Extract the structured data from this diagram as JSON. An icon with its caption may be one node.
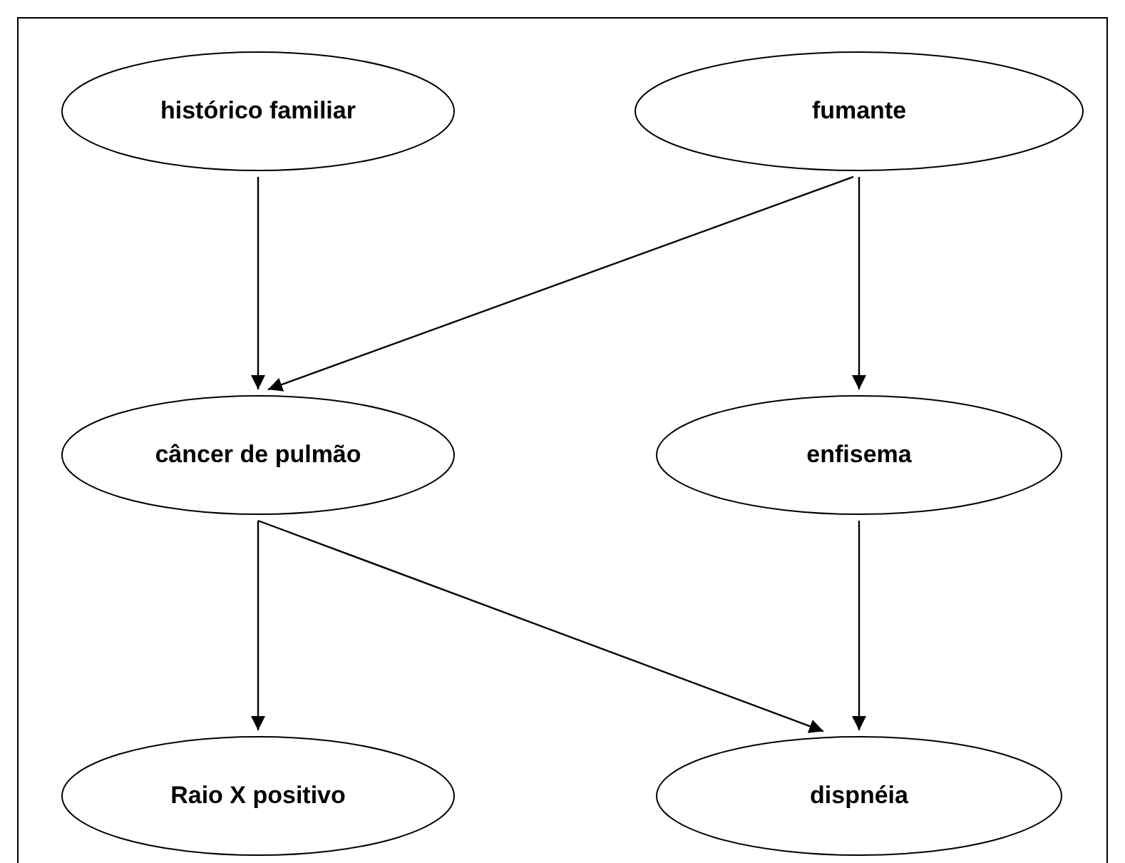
{
  "diagram": {
    "nodes": [
      {
        "text": [
          "histórico familiar"
        ]
      },
      {
        "text": [
          "fumante"
        ]
      },
      {
        "text": [
          "câncer de pulmão"
        ]
      },
      {
        "text": [
          "enfisema"
        ]
      },
      {
        "text": [
          "Raio X positivo"
        ]
      },
      {
        "text": [
          "dispnéia"
        ]
      }
    ],
    "edges": [
      {
        "from": 0,
        "to": 2,
        "arrow": "to"
      },
      {
        "from": 1,
        "to": 2,
        "arrow": "to"
      },
      {
        "from": 1,
        "to": 3,
        "arrow": "to"
      },
      {
        "from": 2,
        "to": 4,
        "arrow": "to"
      },
      {
        "from": 2,
        "to": 5,
        "arrow": "to"
      },
      {
        "from": 3,
        "to": 5,
        "arrow": "to"
      }
    ]
  }
}
